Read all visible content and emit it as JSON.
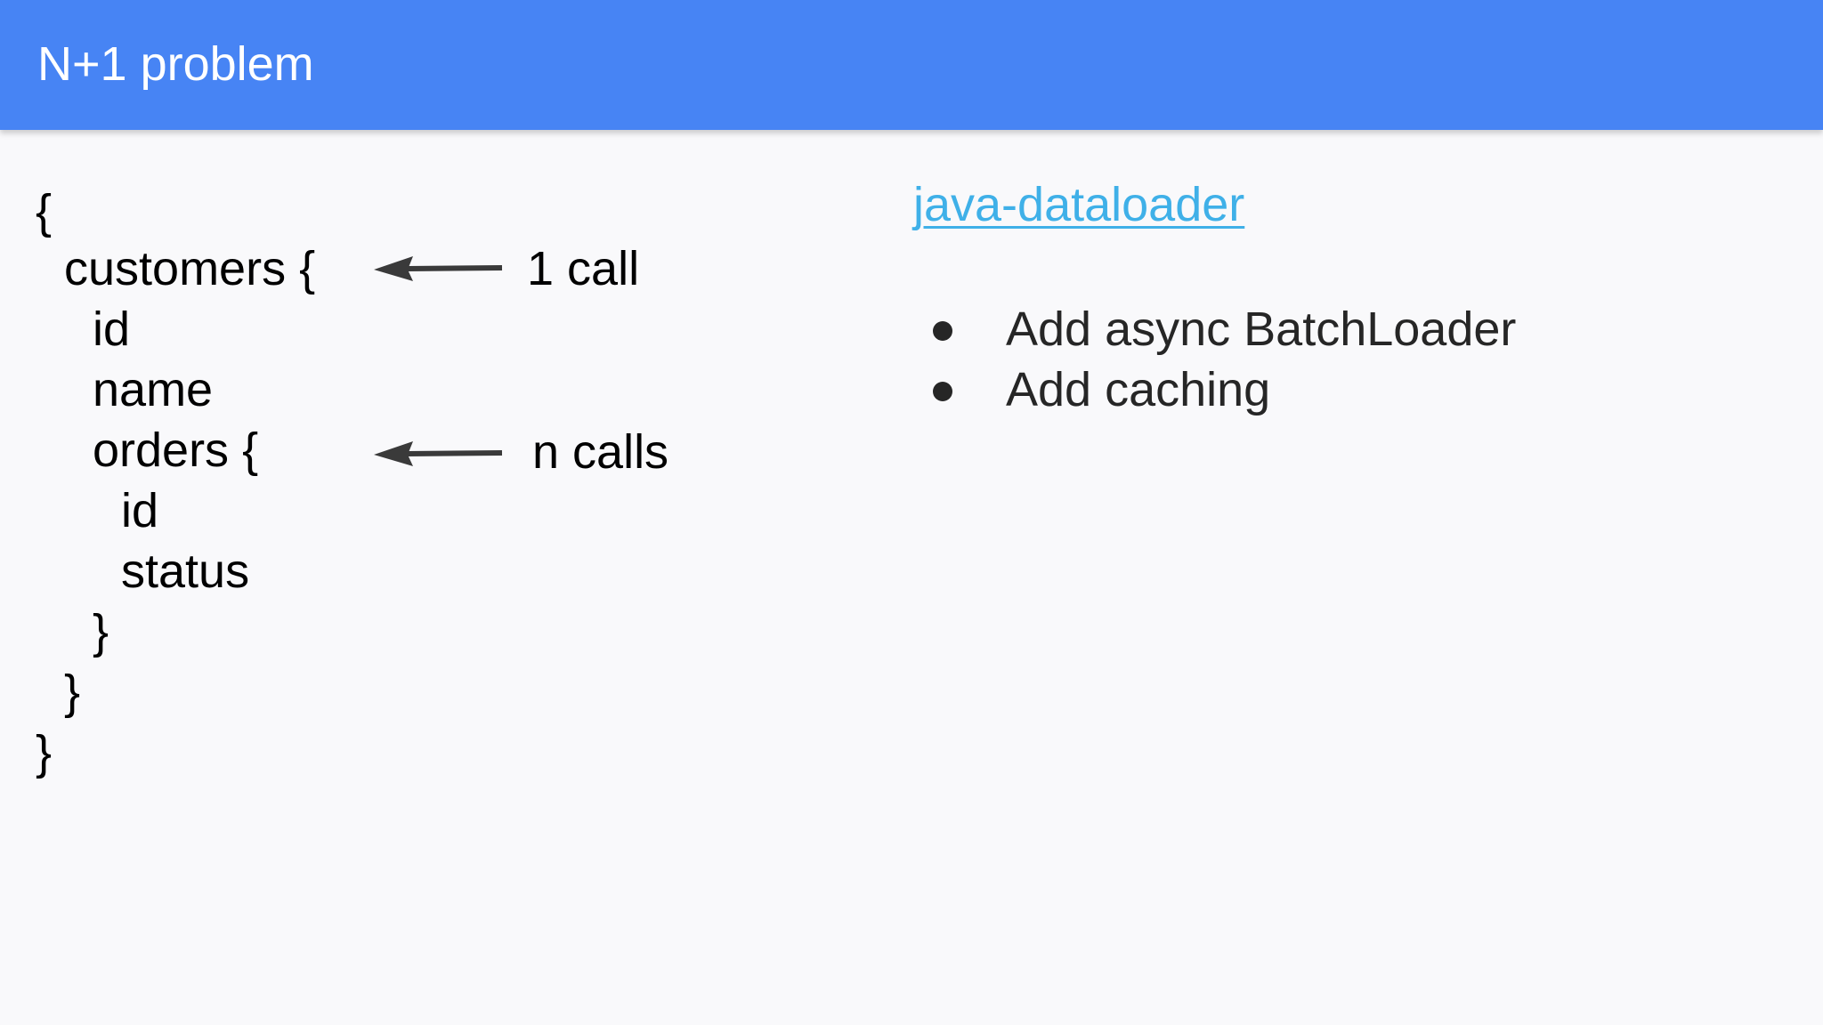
{
  "slide": {
    "title": "N+1 problem"
  },
  "code": {
    "lines": [
      "{",
      "customers {",
      "id",
      "name",
      "orders {",
      "id",
      "status",
      "}",
      "}",
      "}"
    ]
  },
  "annotations": {
    "customers_note": "1 call",
    "orders_note": "n calls"
  },
  "right_panel": {
    "link_text": "java-dataloader",
    "bullets": [
      "Add async BatchLoader",
      "Add caching"
    ]
  },
  "colors": {
    "title_bar": "#4784f4",
    "link": "#3fb0e8",
    "background": "#f9f9fb"
  },
  "icons": {
    "arrow": "left-arrow-icon",
    "bullet": "bullet-dot-icon"
  }
}
